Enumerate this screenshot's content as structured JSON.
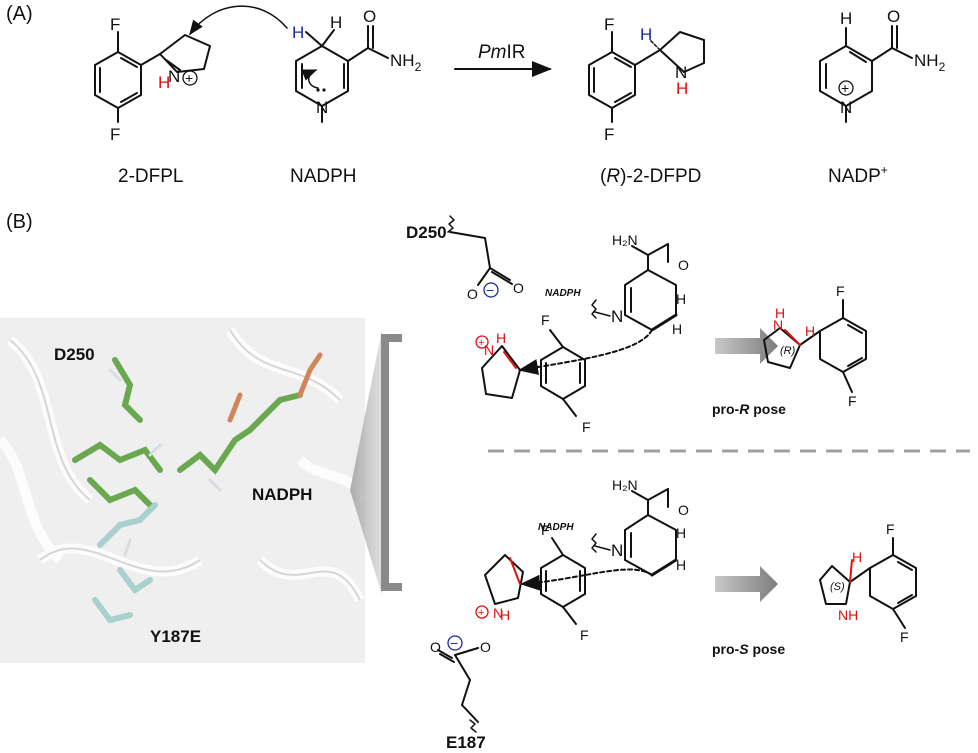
{
  "panel_a": {
    "label": "(A)",
    "substrate": "2-DFPL",
    "cofactor": "NADPH",
    "enzyme_italic": "Pm",
    "enzyme_rest": "IR",
    "product_prefix": "(",
    "product_config": "R",
    "product_suffix": ")-2-DFPD",
    "oxidized_base": "NADP",
    "oxidized_sup": "+"
  },
  "panel_b": {
    "label": "(B)",
    "protein_view": {
      "residue_top": "D250",
      "cofactor": "NADPH",
      "residue_bottom": "Y187E"
    },
    "pro_r": {
      "residue": "D250",
      "cofactor_tag": "NADPH",
      "pose_prefix": "pro-",
      "pose_config": "R",
      "pose_suffix": " pose",
      "stereo_label": "(R)"
    },
    "pro_s": {
      "residue": "E187",
      "cofactor_tag": "NADPH",
      "pose_prefix": "pro-",
      "pose_config": "S",
      "pose_suffix": " pose",
      "stereo_label": "(S)"
    }
  },
  "atoms": {
    "F": "F",
    "H": "H",
    "N": "N",
    "O": "O",
    "NH2_base": "NH",
    "NH2_sub": "2",
    "H2N": "H₂N",
    "NH": "NH",
    "plus": "+",
    "minus": "−"
  },
  "colors": {
    "hydride": "#1a2aa0",
    "proton": "#e01010",
    "arrow_gray": "#8c8c8c",
    "dash_gray": "#a0a0a0",
    "carbon_green": "#6aa84f",
    "carbon_cyan": "#a8d0cc"
  }
}
